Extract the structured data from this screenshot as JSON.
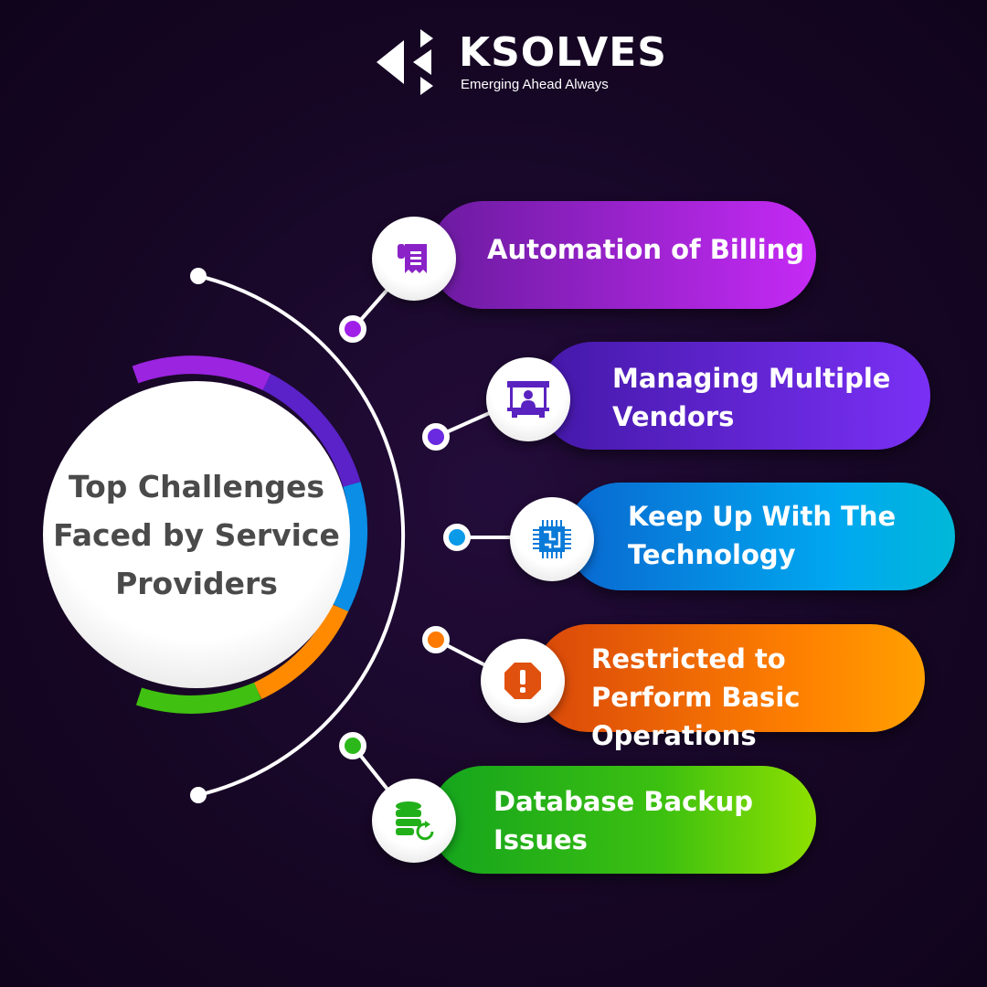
{
  "logo": {
    "name": "KSOLVES",
    "tagline": "Emerging Ahead Always"
  },
  "center": {
    "title": "Top Challenges Faced by Service Providers"
  },
  "challenges": [
    {
      "label": "Automation of Billing",
      "icon": "billing-receipt-icon",
      "color_from": "#6b1ba0",
      "color_to": "#c52af5"
    },
    {
      "label": "Managing Multiple Vendors",
      "icon": "vendor-stall-icon",
      "color_from": "#4418a8",
      "color_to": "#7a30f5"
    },
    {
      "label": "Keep Up With The Technology",
      "icon": "chip-icon",
      "color_from": "#0a68d0",
      "color_to": "#00b8e8"
    },
    {
      "label": "Restricted to Perform Basic Operations",
      "icon": "warning-octagon-icon",
      "color_from": "#d9480a",
      "color_to": "#ffa000"
    },
    {
      "label": "Database Backup Issues",
      "icon": "database-backup-icon",
      "color_from": "#14a41e",
      "color_to": "#8fe000"
    }
  ]
}
